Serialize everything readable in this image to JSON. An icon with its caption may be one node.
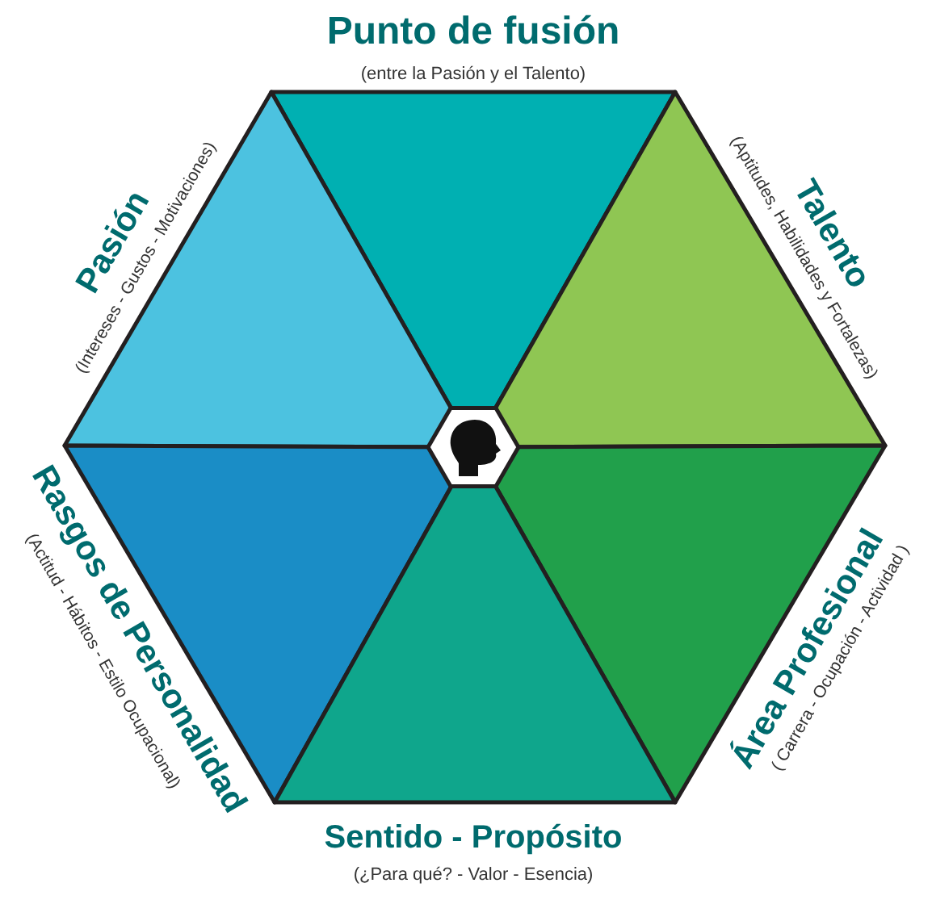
{
  "diagram": {
    "nodes": [
      {
        "text": [
          "Punto de fusión",
          "(entre la Pasión y el Talento)"
        ]
      },
      {
        "text": [
          "Pasión",
          "(Intereses - Gustos - Motivaciones)"
        ]
      },
      {
        "text": [
          "Talento",
          "(Aptitudes, Habilidades y Fortalezas)"
        ]
      },
      {
        "text": [
          "Rasgos de Personalidad",
          "(Actitud - Hábitos - Estilo Ocupacional)"
        ]
      },
      {
        "text": [
          "Área Profesional",
          "( Carrera - Ocupación - Actividad )"
        ]
      },
      {
        "text": [
          "Sentido - Propósito",
          "(¿Para qué? - Valor - Esencia)"
        ]
      },
      {
        "text": [],
        "shape": "hexagon"
      }
    ],
    "edges": []
  }
}
